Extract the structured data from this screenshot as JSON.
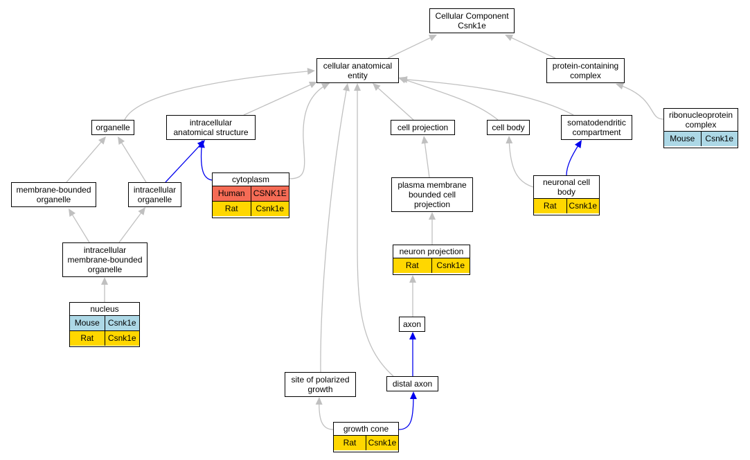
{
  "colors": {
    "is_a_edge": "#c0c0c0",
    "part_of_edge": "#0000ee",
    "Human": "#f56b55",
    "Mouse": "#add8e6",
    "Rat": "#ffd700"
  },
  "nodes": {
    "root": {
      "label": "Cellular Component\nCsnk1e",
      "annotations": []
    },
    "cae": {
      "label": "cellular anatomical\nentity",
      "annotations": []
    },
    "pcc": {
      "label": "protein-containing\ncomplex",
      "annotations": []
    },
    "rnp": {
      "label": "ribonucleoprotein\ncomplex",
      "annotations": [
        {
          "species": "Mouse",
          "gene": "Csnk1e"
        }
      ]
    },
    "organelle": {
      "label": "organelle",
      "annotations": []
    },
    "ias": {
      "label": "intracellular\nanatomical structure",
      "annotations": []
    },
    "cellproj": {
      "label": "cell projection",
      "annotations": []
    },
    "cellbody": {
      "label": "cell body",
      "annotations": []
    },
    "somato": {
      "label": "somatodendritic\ncompartment",
      "annotations": []
    },
    "mbo": {
      "label": "membrane-bounded\norganelle",
      "annotations": []
    },
    "io": {
      "label": "intracellular\norganelle",
      "annotations": []
    },
    "cytoplasm": {
      "label": "cytoplasm",
      "annotations": [
        {
          "species": "Human",
          "gene": "CSNK1E"
        },
        {
          "species": "Rat",
          "gene": "Csnk1e"
        }
      ]
    },
    "pmbcp": {
      "label": "plasma membrane\nbounded cell\nprojection",
      "annotations": []
    },
    "ncb": {
      "label": "neuronal cell\nbody",
      "annotations": [
        {
          "species": "Rat",
          "gene": "Csnk1e"
        }
      ]
    },
    "imbo": {
      "label": "intracellular\nmembrane-bounded\norganelle",
      "annotations": []
    },
    "neuronproj": {
      "label": "neuron projection",
      "annotations": [
        {
          "species": "Rat",
          "gene": "Csnk1e"
        }
      ]
    },
    "nucleus": {
      "label": "nucleus",
      "annotations": [
        {
          "species": "Mouse",
          "gene": "Csnk1e"
        },
        {
          "species": "Rat",
          "gene": "Csnk1e"
        }
      ]
    },
    "axon": {
      "label": "axon",
      "annotations": []
    },
    "spg": {
      "label": "site of polarized\ngrowth",
      "annotations": []
    },
    "distalaxon": {
      "label": "distal axon",
      "annotations": []
    },
    "growthcone": {
      "label": "growth cone",
      "annotations": [
        {
          "species": "Rat",
          "gene": "Csnk1e"
        }
      ]
    }
  },
  "edges": [
    {
      "from": "cae",
      "to": "root",
      "type": "is_a"
    },
    {
      "from": "pcc",
      "to": "root",
      "type": "is_a"
    },
    {
      "from": "rnp",
      "to": "pcc",
      "type": "is_a"
    },
    {
      "from": "organelle",
      "to": "cae",
      "type": "is_a"
    },
    {
      "from": "ias",
      "to": "cae",
      "type": "is_a"
    },
    {
      "from": "cytoplasm",
      "to": "cae",
      "type": "is_a"
    },
    {
      "from": "spg",
      "to": "cae",
      "type": "is_a"
    },
    {
      "from": "distalaxon",
      "to": "cae",
      "type": "is_a"
    },
    {
      "from": "cellproj",
      "to": "cae",
      "type": "is_a"
    },
    {
      "from": "cellbody",
      "to": "cae",
      "type": "is_a"
    },
    {
      "from": "somato",
      "to": "cae",
      "type": "is_a"
    },
    {
      "from": "mbo",
      "to": "organelle",
      "type": "is_a"
    },
    {
      "from": "io",
      "to": "organelle",
      "type": "is_a"
    },
    {
      "from": "io",
      "to": "ias",
      "type": "part_of"
    },
    {
      "from": "cytoplasm",
      "to": "ias",
      "type": "part_of"
    },
    {
      "from": "imbo",
      "to": "mbo",
      "type": "is_a"
    },
    {
      "from": "imbo",
      "to": "io",
      "type": "is_a"
    },
    {
      "from": "nucleus",
      "to": "imbo",
      "type": "is_a"
    },
    {
      "from": "pmbcp",
      "to": "cellproj",
      "type": "is_a"
    },
    {
      "from": "neuronproj",
      "to": "pmbcp",
      "type": "is_a"
    },
    {
      "from": "axon",
      "to": "neuronproj",
      "type": "is_a"
    },
    {
      "from": "distalaxon",
      "to": "axon",
      "type": "part_of"
    },
    {
      "from": "growthcone",
      "to": "distalaxon",
      "type": "part_of"
    },
    {
      "from": "growthcone",
      "to": "spg",
      "type": "is_a"
    },
    {
      "from": "ncb",
      "to": "cellbody",
      "type": "is_a"
    },
    {
      "from": "ncb",
      "to": "somato",
      "type": "part_of"
    }
  ]
}
